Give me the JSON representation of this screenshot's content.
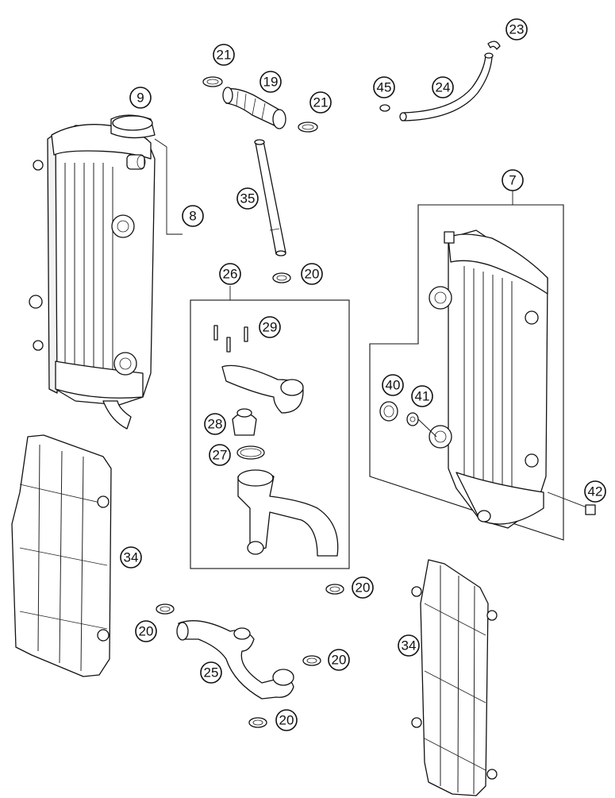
{
  "callouts": [
    {
      "id": "c-23",
      "label": "23"
    },
    {
      "id": "c-21a",
      "label": "21"
    },
    {
      "id": "c-19",
      "label": "19"
    },
    {
      "id": "c-45",
      "label": "45"
    },
    {
      "id": "c-24",
      "label": "24"
    },
    {
      "id": "c-21b",
      "label": "21"
    },
    {
      "id": "c-9",
      "label": "9"
    },
    {
      "id": "c-8",
      "label": "8"
    },
    {
      "id": "c-35",
      "label": "35"
    },
    {
      "id": "c-7",
      "label": "7"
    },
    {
      "id": "c-20a",
      "label": "20"
    },
    {
      "id": "c-26",
      "label": "26"
    },
    {
      "id": "c-29",
      "label": "29"
    },
    {
      "id": "c-40",
      "label": "40"
    },
    {
      "id": "c-41",
      "label": "41"
    },
    {
      "id": "c-28",
      "label": "28"
    },
    {
      "id": "c-27",
      "label": "27"
    },
    {
      "id": "c-42",
      "label": "42"
    },
    {
      "id": "c-34a",
      "label": "34"
    },
    {
      "id": "c-20b",
      "label": "20"
    },
    {
      "id": "c-20c",
      "label": "20"
    },
    {
      "id": "c-34b",
      "label": "34"
    },
    {
      "id": "c-20d",
      "label": "20"
    },
    {
      "id": "c-25",
      "label": "25"
    },
    {
      "id": "c-20e",
      "label": "20"
    }
  ]
}
